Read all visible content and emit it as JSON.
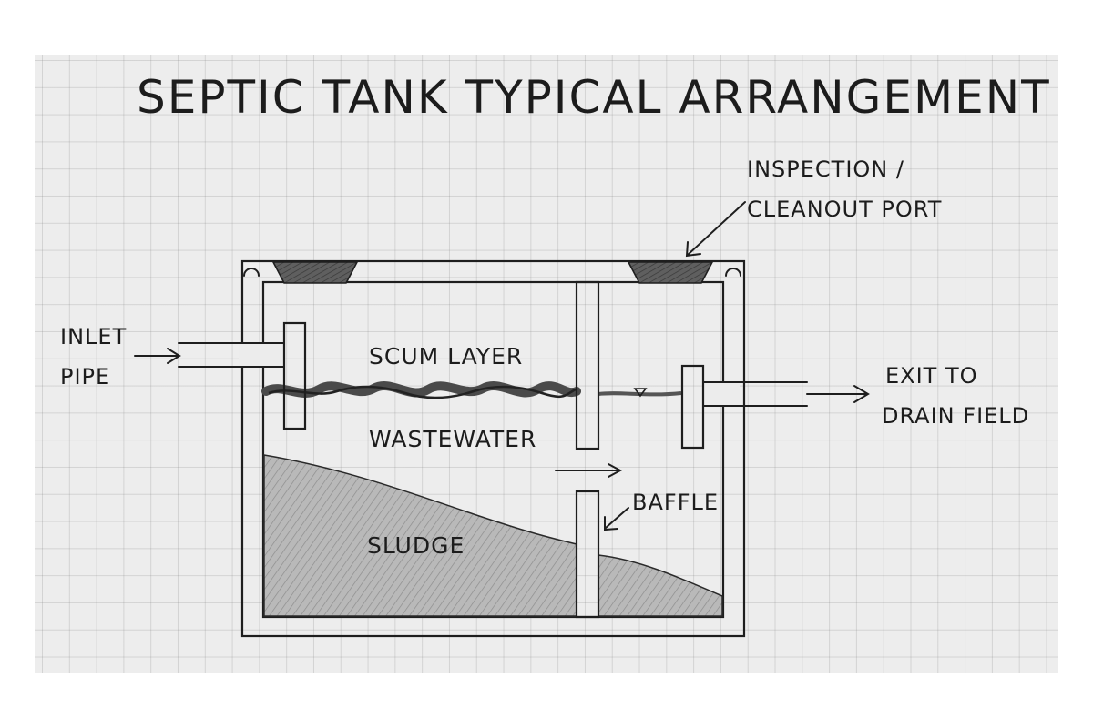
{
  "diagram": {
    "title": "SEPTIC TANK TYPICAL ARRANGEMENT",
    "labels": {
      "inspection_line1": "INSPECTION /",
      "inspection_line2": "CLEANOUT PORT",
      "inlet_line1": "INLET",
      "inlet_line2": "PIPE",
      "scum": "SCUM LAYER",
      "wastewater": "WASTEWATER",
      "sludge": "SLUDGE",
      "baffle": "BAFFLE",
      "exit_line1": "EXIT TO",
      "exit_line2": "DRAIN FIELD"
    },
    "colors": {
      "paper": "#ededed",
      "grid": "#8a8a8a",
      "pencil": "#1e1e1e",
      "shade": "#a0a0a0"
    }
  }
}
